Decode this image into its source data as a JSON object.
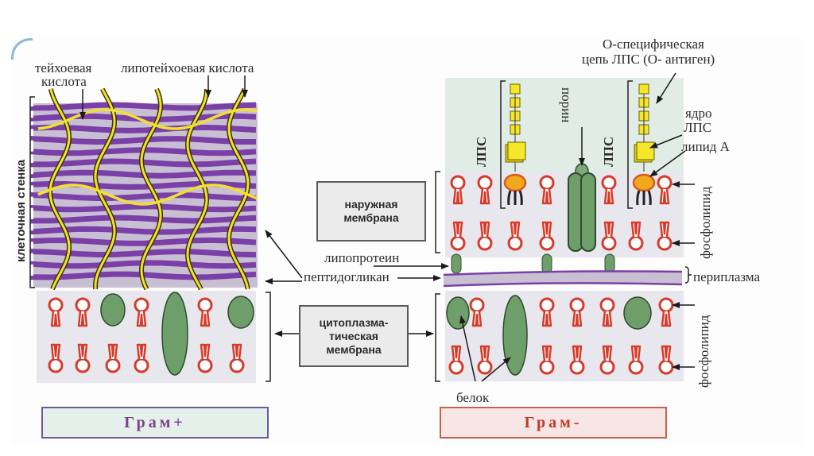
{
  "labels": {
    "teichoic_acid": [
      "тейхоевая",
      "кислота"
    ],
    "lipoteichoic_acid": "липотейхоевая  кислота",
    "cell_wall": "клеточная стенка",
    "outer_membrane": [
      "наружная",
      "мембрана"
    ],
    "lipoprotein": "липопротеин",
    "peptidoglycan": "пептидогликан",
    "cytoplasmic_membrane": [
      "цитоплазма-",
      "тическая",
      "мембрана"
    ],
    "protein": "белок",
    "o_chain": [
      "О-специфическая",
      "цепь ЛПС (О- антиген)"
    ],
    "lps_core": [
      "ядро",
      "ЛПС"
    ],
    "lipid_a": "липид А",
    "lps": "ЛПС",
    "porin": "порин",
    "phospholipid": "фосфолипид",
    "periplasm": "периплазма"
  },
  "panels": {
    "gram_positive": {
      "title": "Грам+",
      "color": "#7a3f8f",
      "border": "#6a5aa0",
      "bg": "#e6f0ea"
    },
    "gram_negative": {
      "title": "Грам-",
      "color": "#c0392b",
      "border": "#c8604f",
      "bg": "#f7e6e4"
    }
  },
  "colors": {
    "peptidoglycan_purple": "#7b3fa8",
    "peptidoglycan_light": "#c9bfd2",
    "teichoic_yellow": "#f2e030",
    "phospholipid_red": "#d63b2a",
    "protein_green": "#6e9e6a",
    "lps_yellow": "#f5e62a",
    "lipid_a_orange": "#f2a81d",
    "membrane_bg": "#e7e7ed",
    "lps_zone_bg": "#e2ece6"
  }
}
